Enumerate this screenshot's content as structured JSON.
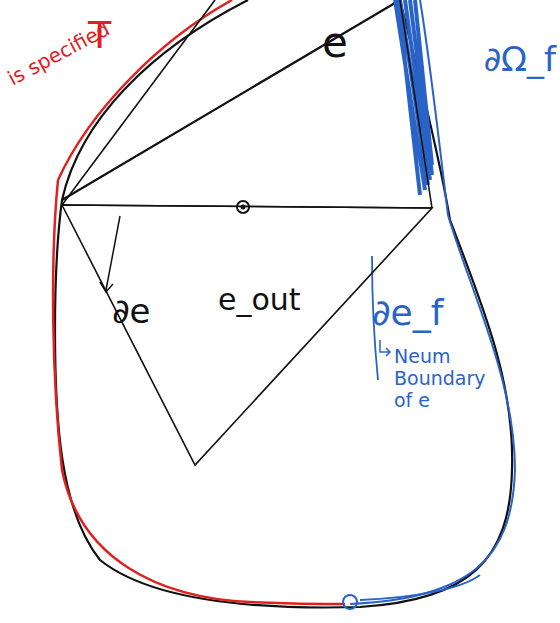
{
  "diagram": {
    "nodes": [
      {
        "text": [
          "e"
        ]
      },
      {
        "text": [
          "e_out"
        ]
      }
    ],
    "labels": [
      "T",
      "is specified",
      "∂e",
      "∂e_f",
      "Neum Boundary of e",
      "∂Ω_f"
    ]
  }
}
